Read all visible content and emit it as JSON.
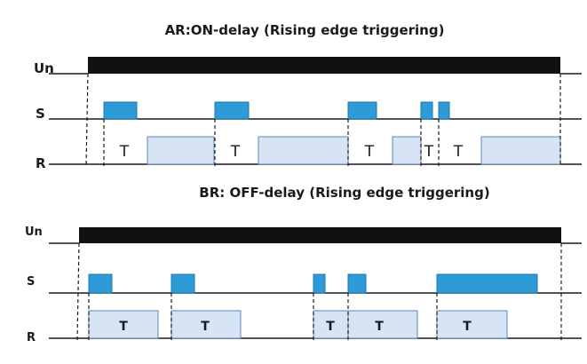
{
  "colors": {
    "un_bar": "#111111",
    "s_pulse": "#2e9ad6",
    "s_pulse_border": "#1c78b2",
    "r_box": "#d6e4f5",
    "r_box_border": "#5d85bd",
    "line": "#1a1a1a"
  },
  "top_diagram": {
    "title": "AR:ON-delay (Rising edge triggering)",
    "labels": {
      "un": "Un",
      "s": "S",
      "r": "R"
    },
    "t_label": "T"
  },
  "bottom_diagram": {
    "title": "BR: OFF-delay (Rising edge triggering)",
    "labels": {
      "un": "Un",
      "s": "S",
      "r": "R"
    },
    "t_label": "T"
  }
}
